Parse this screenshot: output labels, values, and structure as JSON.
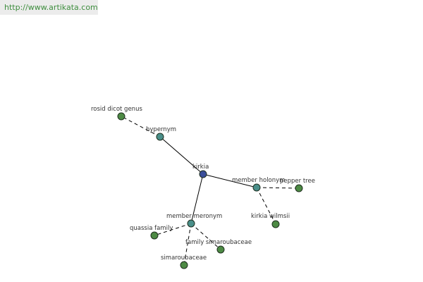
{
  "header": {
    "url": "http://www.artikata.com"
  },
  "colors": {
    "center_node": "#3a4e9a",
    "relation_node": "#4a8f8a",
    "leaf_node": "#4d8a44",
    "banner_text": "#3e8e3e"
  },
  "graph": {
    "nodes": [
      {
        "id": "kirkia",
        "label": "kirkia",
        "kind": "center"
      },
      {
        "id": "hypernym",
        "label": "hypernym",
        "kind": "relation"
      },
      {
        "id": "rosid",
        "label": "rosid dicot genus",
        "kind": "leaf"
      },
      {
        "id": "member_holonym",
        "label": "member holonym",
        "kind": "relation"
      },
      {
        "id": "pepper_tree",
        "label": "pepper tree",
        "kind": "leaf"
      },
      {
        "id": "kirkia_wilmsii",
        "label": "kirkia wilmsii",
        "kind": "leaf"
      },
      {
        "id": "member_meronym",
        "label": "member meronym",
        "kind": "relation"
      },
      {
        "id": "quassia_family",
        "label": "quassia family",
        "kind": "leaf"
      },
      {
        "id": "family_simaroubaceae",
        "label": "family simaroubaceae",
        "kind": "leaf"
      },
      {
        "id": "simaroubaceae",
        "label": "simaroubaceae",
        "kind": "leaf"
      }
    ],
    "edges": [
      {
        "from": "kirkia",
        "to": "hypernym",
        "style": "solid"
      },
      {
        "from": "hypernym",
        "to": "rosid",
        "style": "dashed"
      },
      {
        "from": "kirkia",
        "to": "member_holonym",
        "style": "solid"
      },
      {
        "from": "member_holonym",
        "to": "pepper_tree",
        "style": "dashed"
      },
      {
        "from": "member_holonym",
        "to": "kirkia_wilmsii",
        "style": "dashed"
      },
      {
        "from": "kirkia",
        "to": "member_meronym",
        "style": "solid"
      },
      {
        "from": "member_meronym",
        "to": "quassia_family",
        "style": "dashed"
      },
      {
        "from": "member_meronym",
        "to": "family_simaroubaceae",
        "style": "dashed"
      },
      {
        "from": "member_meronym",
        "to": "simaroubaceae",
        "style": "dashed"
      }
    ]
  }
}
